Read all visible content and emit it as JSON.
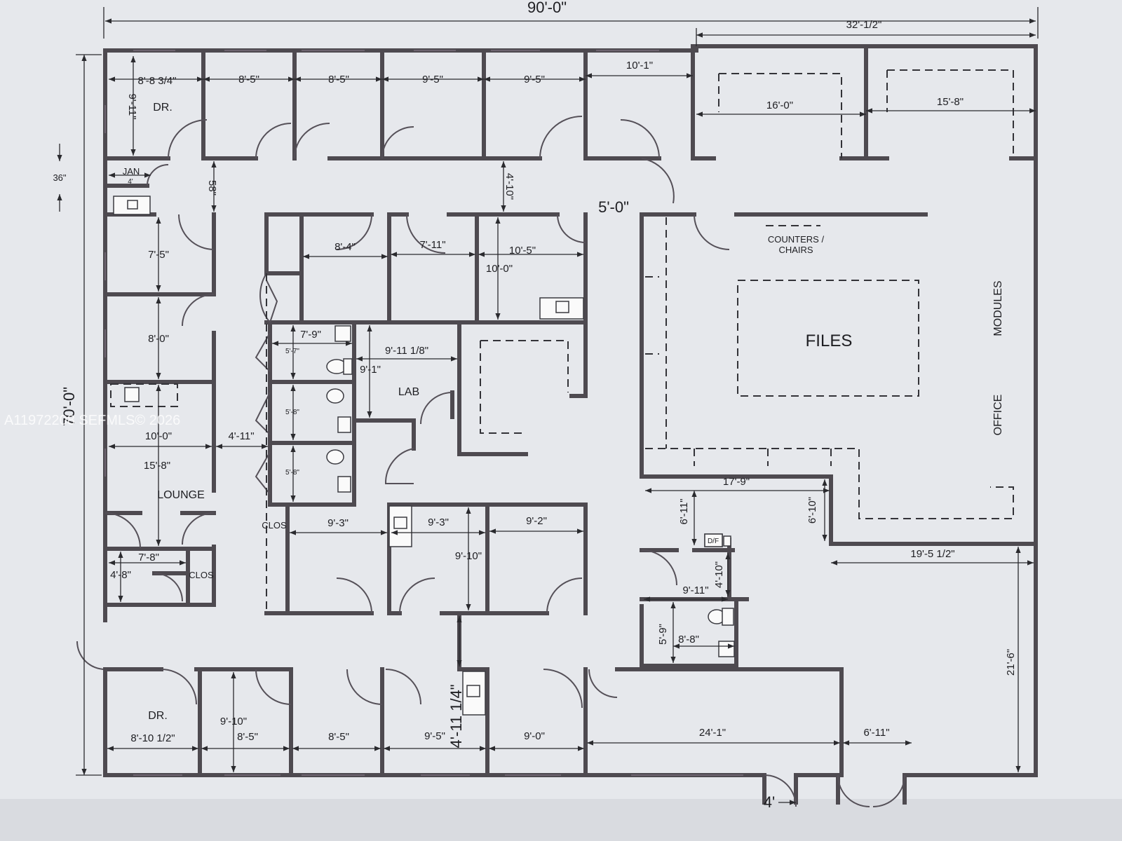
{
  "watermark": "A11972208 SEFMLS© 2026",
  "rooms": {
    "dr_top": "DR.",
    "jan": "JAN",
    "jan_width": "4'",
    "lab": "LAB",
    "lounge": "LOUNGE",
    "clos_1": "CLOS",
    "clos_2": "CLOS",
    "dr_bottom": "DR.",
    "files": "FILES",
    "counters_1": "COUNTERS /",
    "counters_2": "CHAIRS",
    "modules": "MODULES",
    "office": "OFFICE",
    "df": "D/F"
  },
  "dimensions": {
    "overall_width": "90'-0\"",
    "overall_depth": "70'-0\"",
    "right_section": "32'-1/2\"",
    "top_1": "8'-8 3/4\"",
    "top_2": "8'-5\"",
    "top_3": "8'-5\"",
    "top_4": "9'-5\"",
    "top_5": "9'-5\"",
    "top_6": "10'-1\"",
    "right_a": "16'-0\"",
    "right_b": "15'-8\"",
    "dr_depth": "9'-11\"",
    "window_36": "36\"",
    "corridor_58": "58\"",
    "corridor_410": "4'-10\"",
    "corridor_50": "5'-0\"",
    "room_75": "7'-5\"",
    "room_80": "8'-0\"",
    "mid_1": "8'-4\"",
    "mid_2": "7'-11\"",
    "mid_3": "10'-5\"",
    "mid_3_depth": "10'-0\"",
    "rest_w": "7'-9\"",
    "rest_1": "5'-7\"",
    "rest_2": "5'-8\"",
    "rest_3": "5'-8\"",
    "lab_w": "9'-11 1/8\"",
    "lab_d": "9'-1\"",
    "lounge_w": "10'-0\"",
    "lounge_d": "15'-8\"",
    "corridor_411": "4'-11\"",
    "low_1": "9'-3\"",
    "low_2": "9'-3\"",
    "low_3": "9'-2\"",
    "low_depth": "9'-10\"",
    "small_w": "7'-8\"",
    "small_d": "4'-8\"",
    "bot_1": "8'-10 1/2\"",
    "bot_dr_d": "9'-10\"",
    "bot_2": "8'-5\"",
    "bot_3": "8'-5\"",
    "bot_4": "9'-5\"",
    "bot_5": "9'-0\"",
    "bot_6": "24'-1\"",
    "bot_7": "6'-11\"",
    "bot_corridor": "4'-11 1/4\"",
    "door_4": "4'",
    "r_179": "17'-9\"",
    "r_611": "6'-11\"",
    "r_610": "6'-10\"",
    "r_195": "19'-5 1/2\"",
    "r_410": "4'-10\"",
    "r_911": "9'-11\"",
    "r_59": "5'-9\"",
    "r_88": "8'-8\"",
    "r_216": "21'-6\""
  }
}
